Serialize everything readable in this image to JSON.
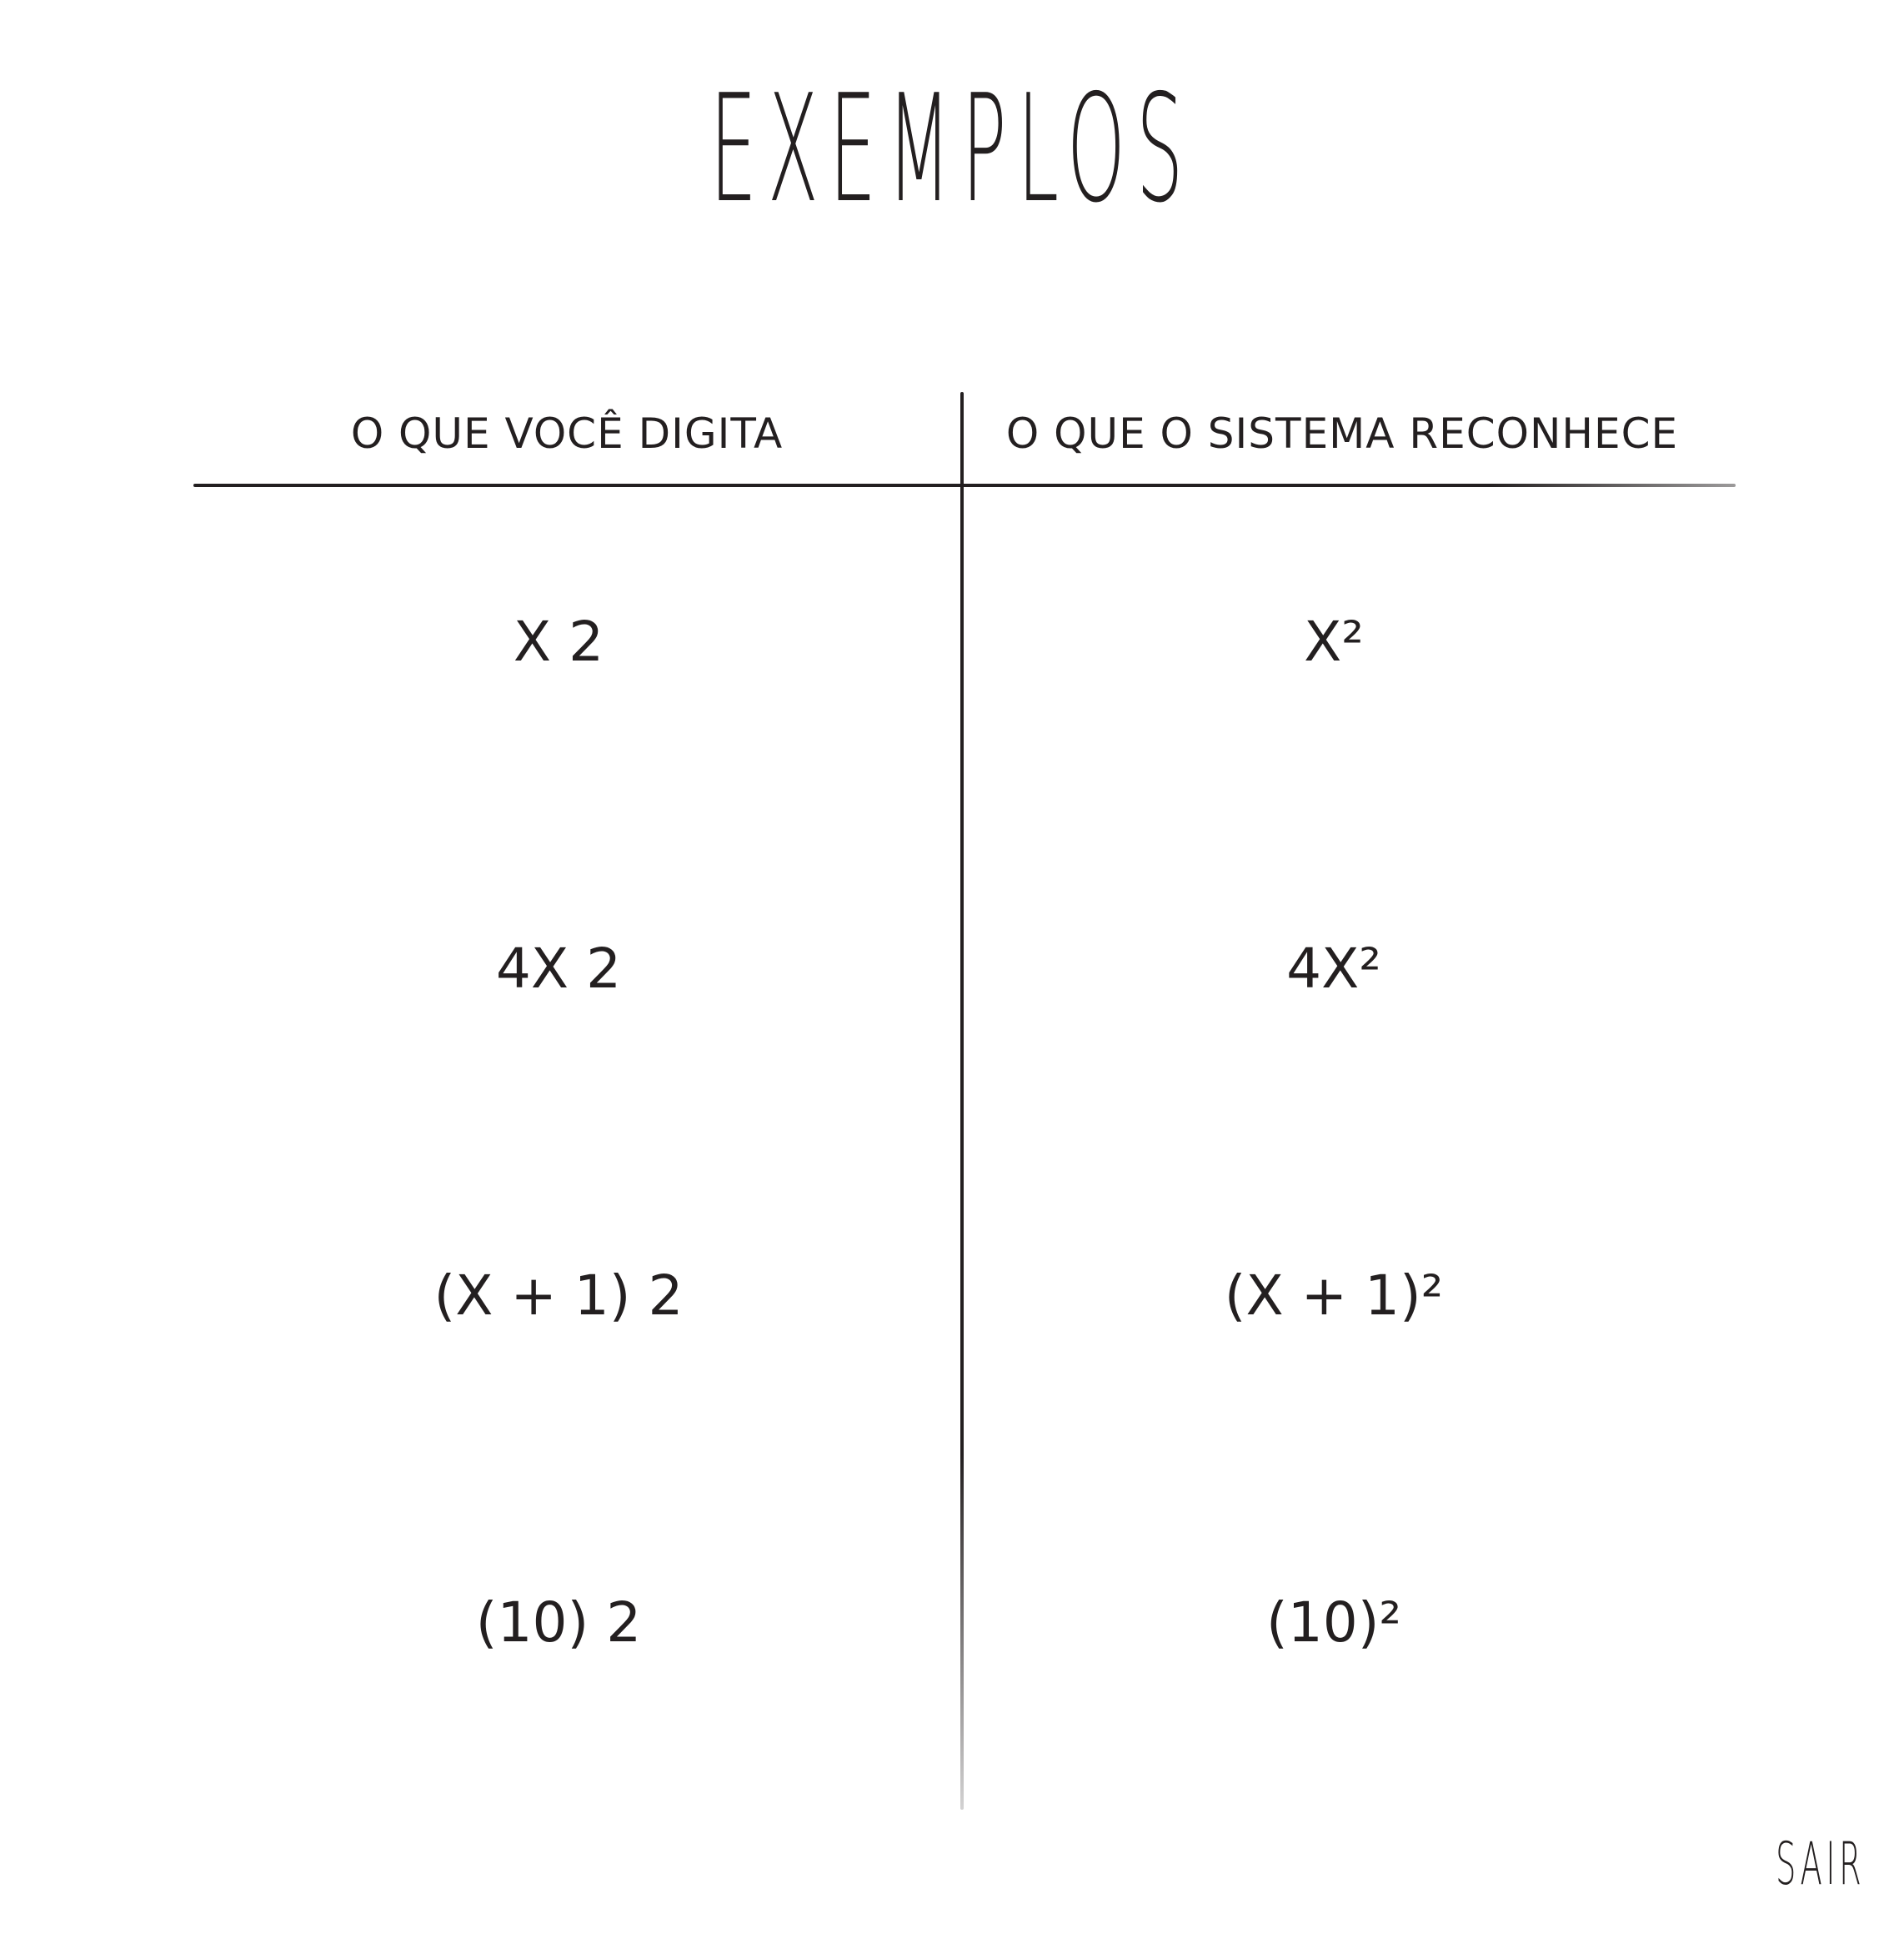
{
  "title": "EXEMPLOS",
  "columns": {
    "left_header": "O QUE VOCÊ DIGITA",
    "right_header": "O QUE O SISTEMA RECONHECE"
  },
  "rows": [
    {
      "typed": "X 2",
      "recognized": "X²"
    },
    {
      "typed": "4X 2",
      "recognized": "4X²"
    },
    {
      "typed": "(X + 1) 2",
      "recognized": "(X + 1)²"
    },
    {
      "typed": "(10) 2",
      "recognized": "(10)²"
    }
  ],
  "exit_label": "SAIR"
}
